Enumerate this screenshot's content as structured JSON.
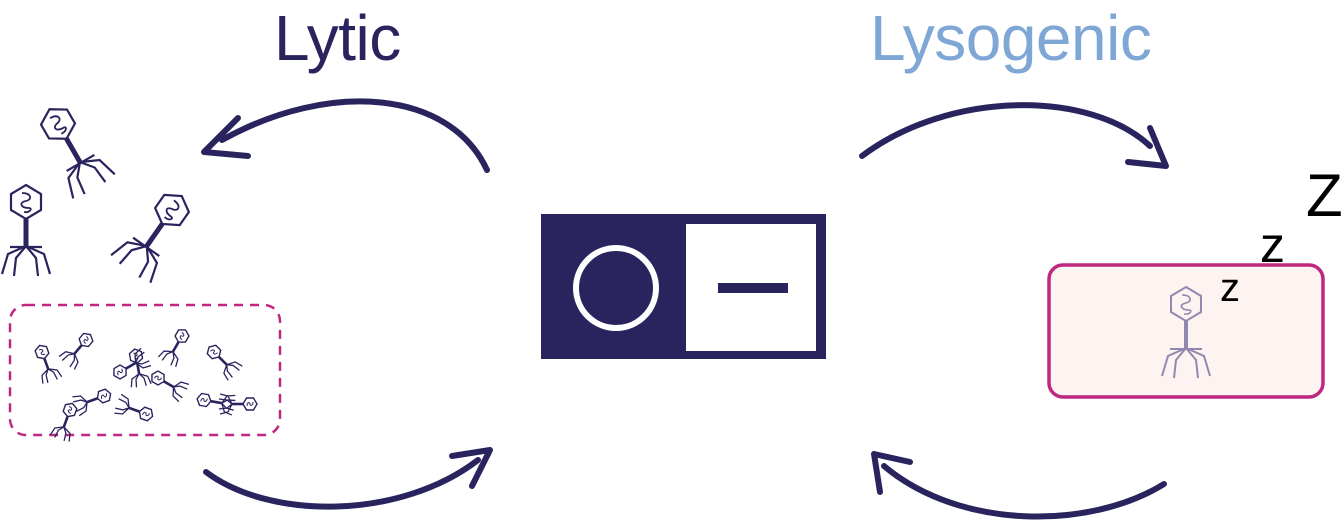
{
  "titles": {
    "lytic": "Lytic",
    "lysogenic": "Lysogenic"
  },
  "sleep": {
    "z1": "z",
    "z2": "z",
    "z3": "Z"
  },
  "switch": {
    "on_symbol": "circle",
    "off_symbol": "dash",
    "state": "on"
  },
  "colors": {
    "navy": "#2a245e",
    "light_blue": "#7fa7d6",
    "magenta": "#c0287f",
    "cell_fill": "#fdf3f1",
    "faded_phage": "#9088b0"
  },
  "icons": [
    "phage-icon",
    "cycle-arrow-icon",
    "toggle-switch-icon",
    "host-cell-icon",
    "sleep-z-icon"
  ]
}
